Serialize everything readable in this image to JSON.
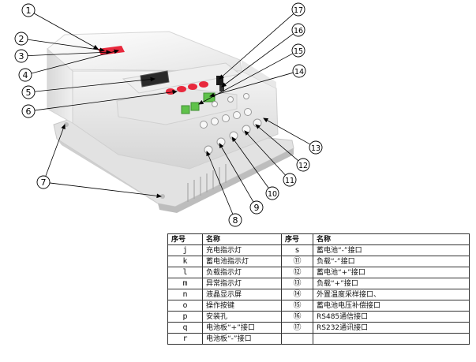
{
  "callouts": [
    "1",
    "2",
    "3",
    "4",
    "5",
    "6",
    "7",
    "8",
    "9",
    "10",
    "11",
    "12",
    "13",
    "14",
    "15",
    "16",
    "17"
  ],
  "legend": {
    "headers": [
      "序号",
      "名称",
      "序号",
      "名称"
    ],
    "rows": [
      [
        "j",
        "充电指示灯",
        "s",
        "蓄电池“-”接口"
      ],
      [
        "k",
        "蓄电池指示灯",
        "⑪",
        "负载“-”接口"
      ],
      [
        "l",
        "负载指示灯",
        "⑫",
        "蓄电池“+”接口"
      ],
      [
        "m",
        "异常指示灯",
        "⑬",
        "负载“+”接口"
      ],
      [
        "n",
        "液晶显示屏",
        "⑭",
        "外置温度采样接口、"
      ],
      [
        "o",
        "操作按键",
        "⑮",
        "蓄电池电压补偿接口"
      ],
      [
        "p",
        "安装孔",
        "⑯",
        "RS485通信接口"
      ],
      [
        "q",
        "电池板“+”接口",
        "⑰",
        "RS232通讯接口"
      ],
      [
        "r",
        "电池板“-”接口",
        "",
        ""
      ]
    ]
  },
  "colors": {
    "body": "#f2f2f2",
    "indicator": "#e8283c",
    "terminal_green": "#5fc24a",
    "line": "#000000"
  }
}
